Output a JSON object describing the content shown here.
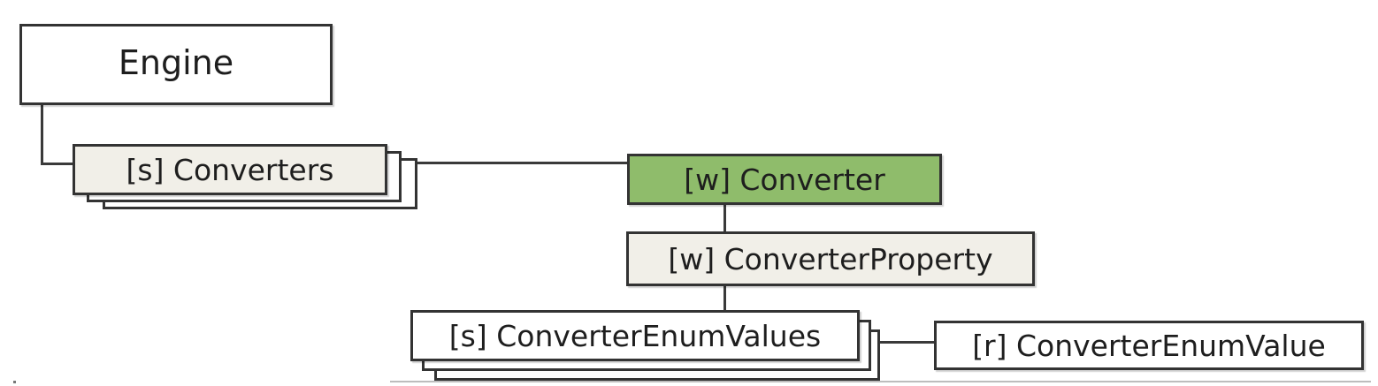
{
  "nodes": {
    "engine": {
      "label": "Engine"
    },
    "converters": {
      "label": "[s] Converters"
    },
    "converter": {
      "label": "[w] Converter",
      "fill": "#8fbc6b"
    },
    "converter_property": {
      "label": "[w] ConverterProperty",
      "fill": "#f1efe8"
    },
    "converter_enum_values": {
      "label": "[s] ConverterEnumValues"
    },
    "converter_enum_value": {
      "label": "[r] ConverterEnumValue"
    }
  },
  "edges": [
    {
      "from": "engine",
      "to": "converters"
    },
    {
      "from": "converters",
      "to": "converter"
    },
    {
      "from": "converter",
      "to": "converter_property"
    },
    {
      "from": "converter_property",
      "to": "converter_enum_values"
    },
    {
      "from": "converter_enum_values",
      "to": "converter_enum_value"
    }
  ],
  "colors": {
    "highlight": "#8fbc6b",
    "collection_fill": "#f1efe8",
    "border": "#333333"
  }
}
